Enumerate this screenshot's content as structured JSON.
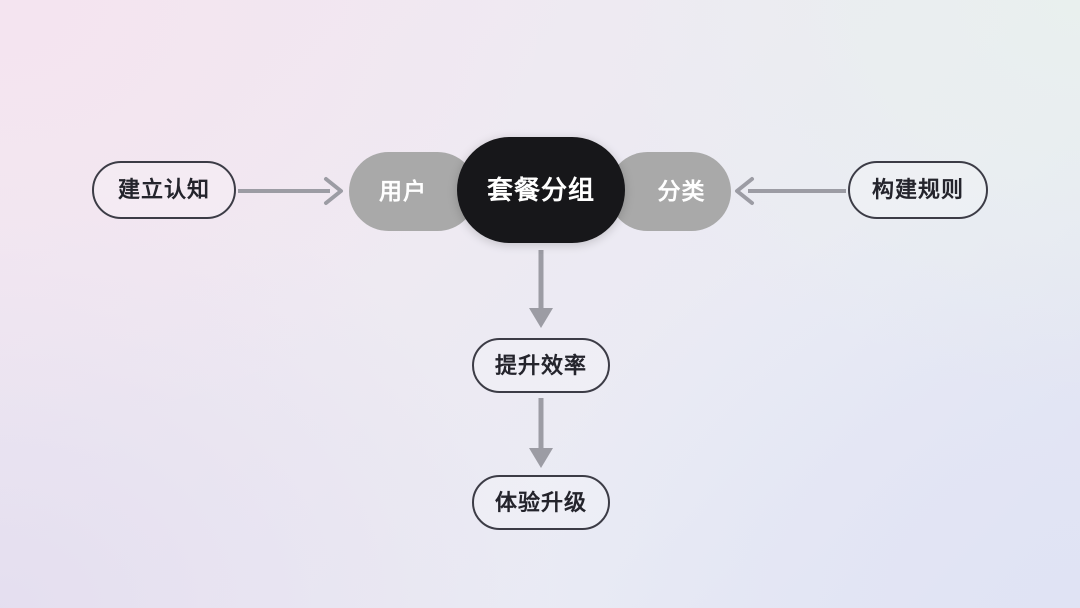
{
  "diagram": {
    "type": "flow-diagram",
    "title": "",
    "background": {
      "style": "four-corner pastel gradient",
      "top_left": "#f4e4f0",
      "top_right": "#e9f0ee",
      "bottom_left": "#e4def0",
      "bottom_right": "#e0e3f4"
    },
    "palette": {
      "outline_stroke": "#3c3c46",
      "outline_text": "#24242c",
      "gray_fill": "#a9a9a9",
      "gray_text": "#ffffff",
      "black_fill": "#17171a",
      "black_text": "#ffffff",
      "connector": "#9c9ca4"
    },
    "nodes": [
      {
        "id": "establish-awareness",
        "label": "建立认知",
        "style": "outline"
      },
      {
        "id": "user",
        "label": "用户",
        "style": "gray"
      },
      {
        "id": "package-group",
        "label": "套餐分组",
        "style": "black"
      },
      {
        "id": "category",
        "label": "分类",
        "style": "gray"
      },
      {
        "id": "build-rules",
        "label": "构建规则",
        "style": "outline"
      },
      {
        "id": "improve-efficiency",
        "label": "提升效率",
        "style": "outline"
      },
      {
        "id": "experience-upgrade",
        "label": "体验升级",
        "style": "outline"
      }
    ],
    "connectors": [
      {
        "id": "establish-awareness-to-user",
        "from": "establish-awareness",
        "to": "user",
        "direction": "right",
        "head": "chevron"
      },
      {
        "id": "build-rules-to-category",
        "from": "build-rules",
        "to": "category",
        "direction": "left",
        "head": "chevron"
      },
      {
        "id": "package-group-to-improve",
        "from": "package-group",
        "to": "improve-efficiency",
        "direction": "down",
        "head": "triangle"
      },
      {
        "id": "improve-to-experience",
        "from": "improve-efficiency",
        "to": "experience-upgrade",
        "direction": "down",
        "head": "triangle"
      }
    ]
  }
}
